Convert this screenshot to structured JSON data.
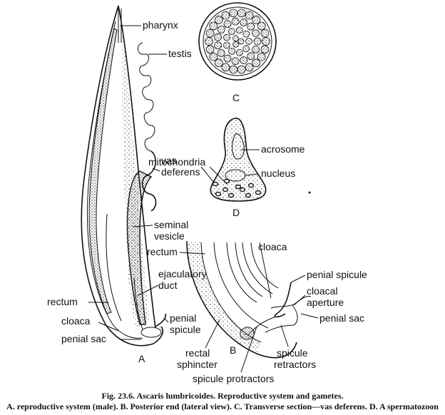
{
  "labels": {
    "pharynx": "pharynx",
    "testis": "testis",
    "vas_deferens_1": "vas",
    "vas_deferens_2": "deferens",
    "seminal_vesicle_1": "seminal",
    "seminal_vesicle_2": "vesicle",
    "ejaculatory_duct_1": "ejaculatory",
    "ejaculatory_duct_2": "duct",
    "rectum_a": "rectum",
    "cloaca_a": "cloaca",
    "penial_sac_a": "penial sac",
    "penial_spicule_a_1": "penial",
    "penial_spicule_a_2": "spicule",
    "acrosome": "acrosome",
    "mitochondria": "mitochondria",
    "nucleus": "nucleus",
    "rectum_b": "rectum",
    "cloaca_b": "cloaca",
    "penial_spicule_b": "penial spicule",
    "cloacal_aperture_1": "cloacal",
    "cloacal_aperture_2": "aperture",
    "penial_sac_b": "penial sac",
    "rectal_sphincter_1": "rectal",
    "rectal_sphincter_2": "sphincter",
    "spicule_retractors_1": "spicule",
    "spicule_retractors_2": "retractors",
    "spicule_protractors": "spicule protractors"
  },
  "panels": {
    "a": "A",
    "b": "B",
    "c": "C",
    "d": "D"
  },
  "caption": {
    "title": "Fig. 23.6. Ascaris lumbricoides. Reproductive system and gametes.",
    "body": "A. reproductive system (male). B. Posterior end (lateral view). C. Transverse section—vas deferens. D. A spermatozoon"
  }
}
